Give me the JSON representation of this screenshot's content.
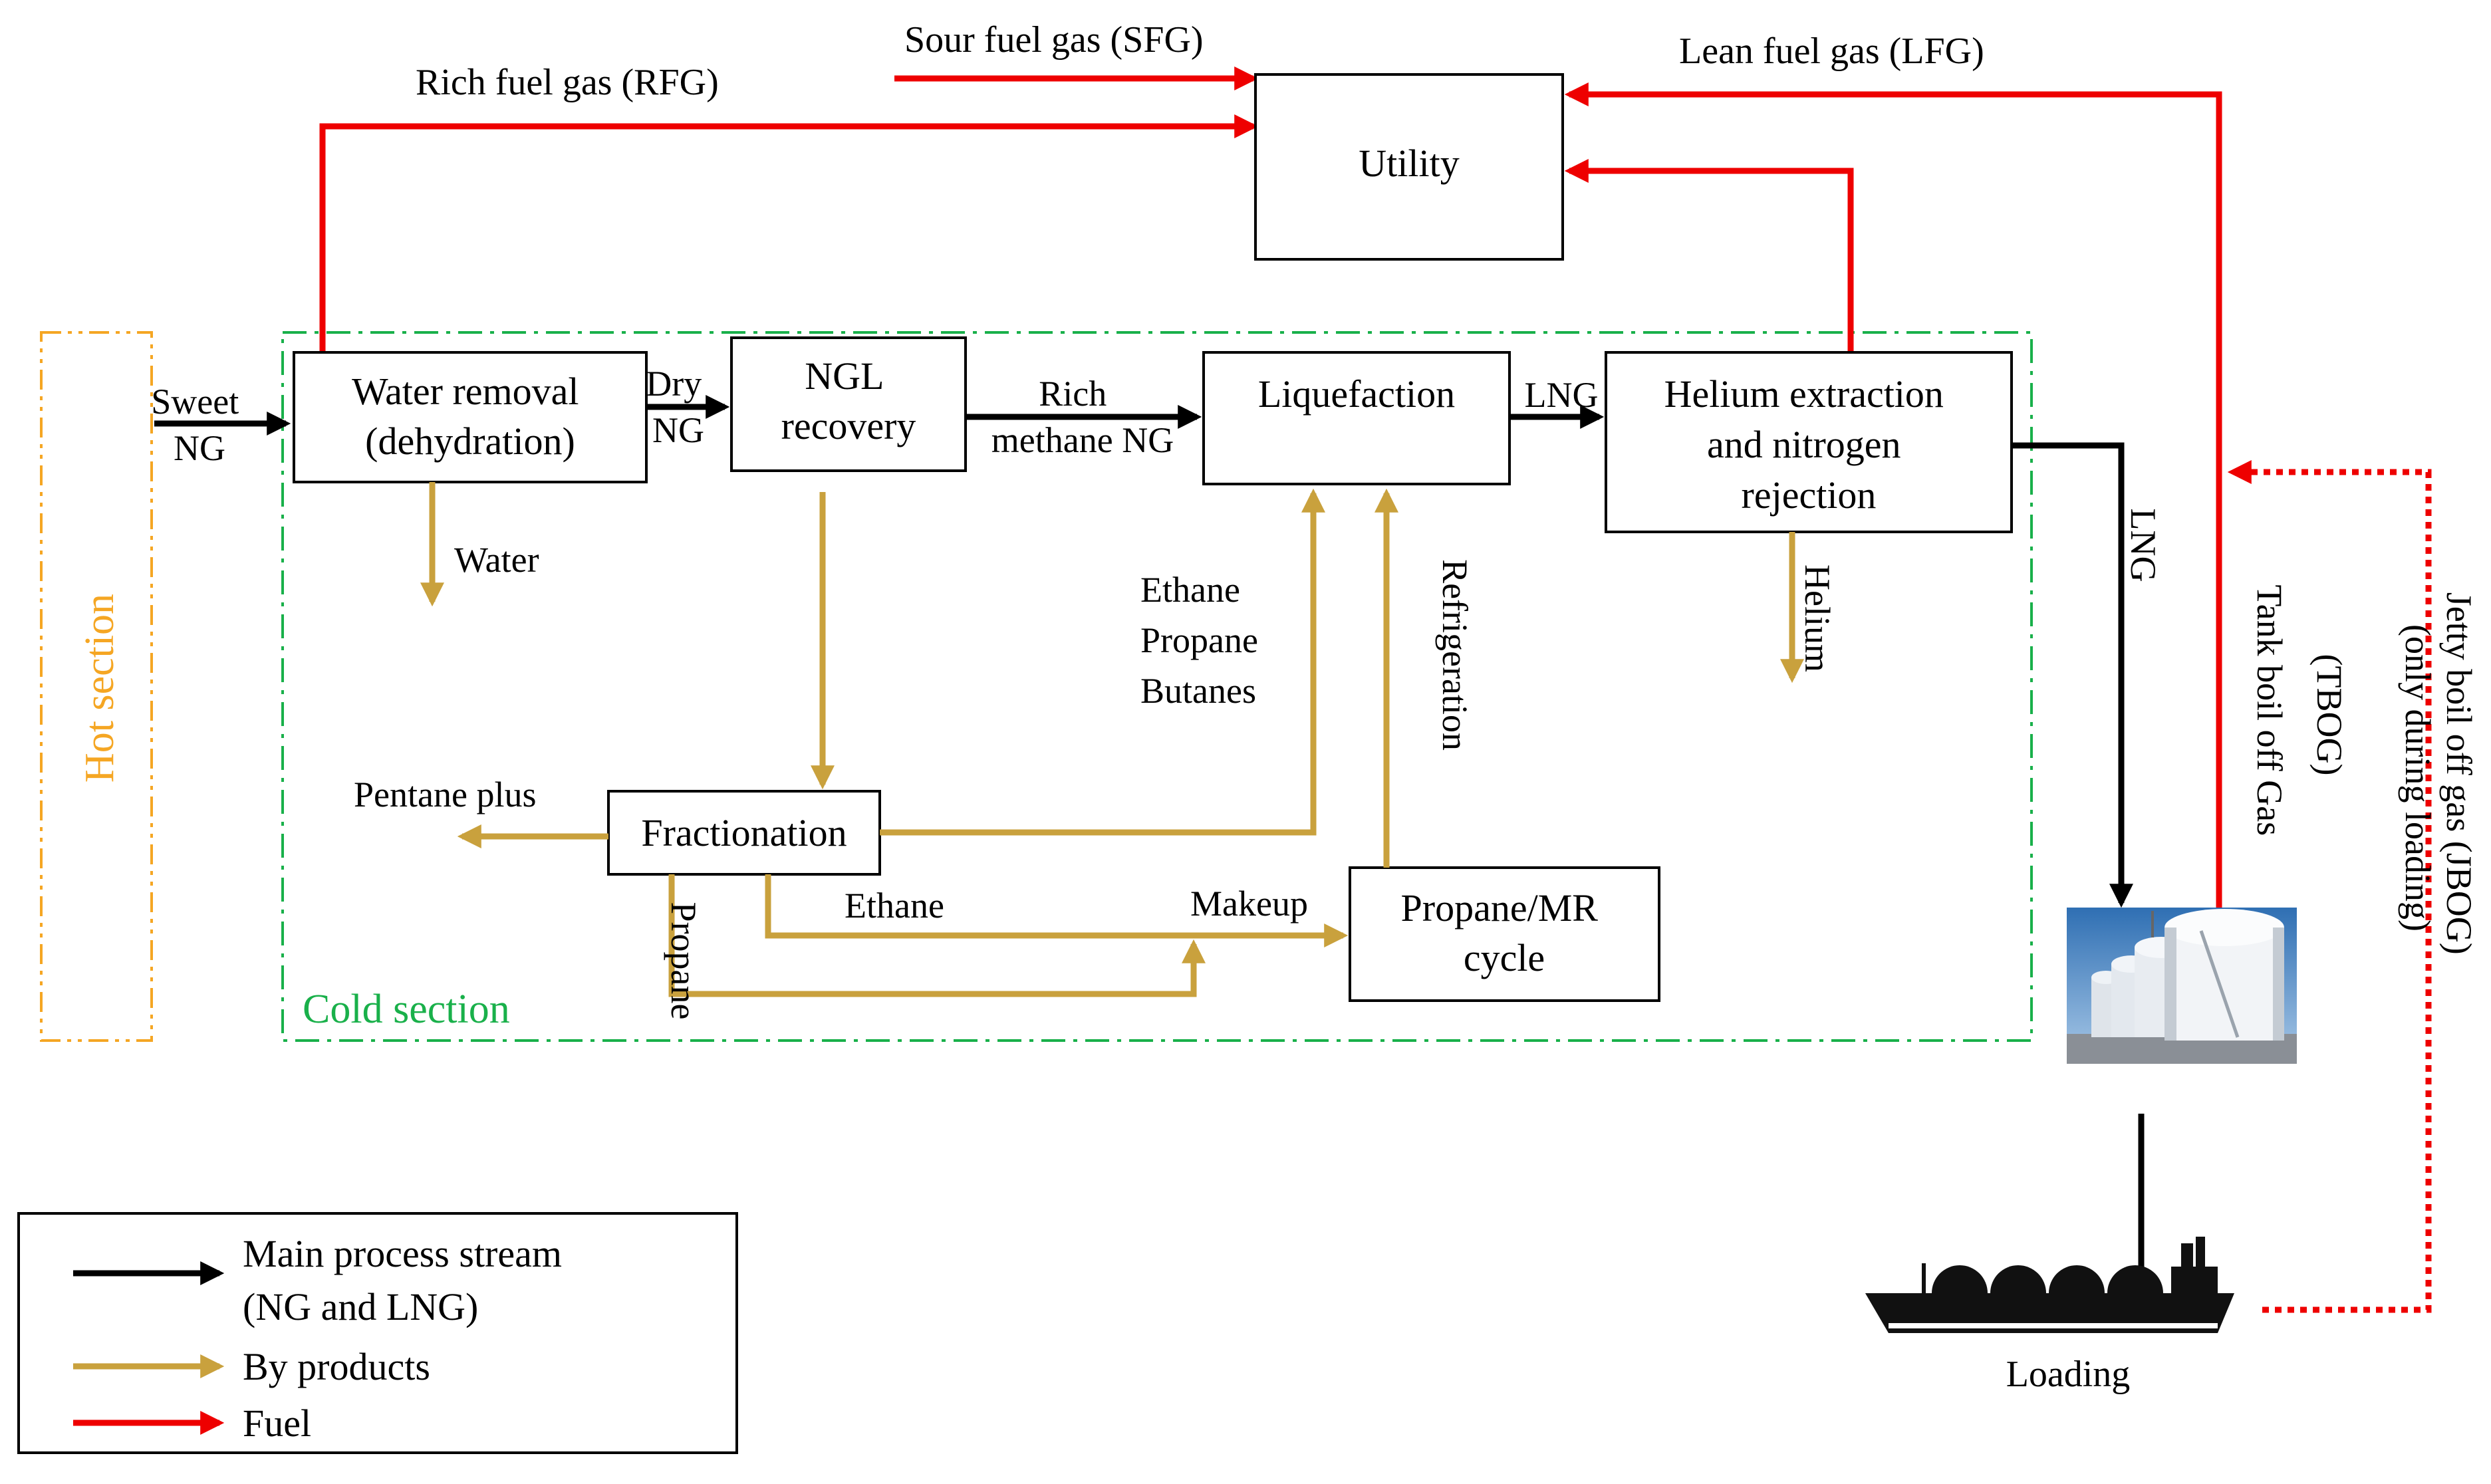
{
  "colors": {
    "main": "#000000",
    "byproduct": "#c9a13d",
    "fuel": "#ee0000",
    "hot_section": "#f5a623",
    "cold_section": "#19b04a"
  },
  "sections": {
    "hot": "Hot section",
    "cold": "Cold section"
  },
  "units": {
    "utility": "Utility",
    "water_removal": [
      "Water removal",
      "(dehydration)"
    ],
    "ngl_recovery": [
      "NGL",
      "recovery"
    ],
    "liquefaction": "Liquefaction",
    "helium": [
      "Helium extraction",
      "and nitrogen",
      "rejection"
    ],
    "fractionation": "Fractionation",
    "propane_mr": [
      "Propane/MR",
      "cycle"
    ]
  },
  "streams": {
    "rich_fuel_gas": "Rich fuel gas (RFG)",
    "sour_fuel_gas": "Sour fuel gas (SFG)",
    "lean_fuel_gas": "Lean fuel gas (LFG)",
    "sweet_ng": [
      "Sweet",
      "NG"
    ],
    "dry_ng": [
      "Dry",
      "NG"
    ],
    "rich_methane": [
      "Rich",
      "methane NG"
    ],
    "lng_top": "LNG",
    "lng_down": "LNG",
    "water": "Water",
    "ethane_group": [
      "Ethane",
      "Propane",
      "Butanes"
    ],
    "refrigeration": "Refrigeration",
    "helium_out": "Helium",
    "pentane_plus": "Pentane plus",
    "ethane": "Ethane",
    "makeup": "Makeup",
    "propane": "Propane",
    "tank_boil_off": [
      "Tank boil off Gas",
      "(TBOG)"
    ],
    "jetty_boil_off": [
      "Jetty boil off gas  (JBOG)",
      "(only during loading)"
    ],
    "loading": "Loading"
  },
  "legend": {
    "main": [
      "Main process stream",
      "(NG and LNG)"
    ],
    "by_products": "By products",
    "fuel": "Fuel"
  }
}
